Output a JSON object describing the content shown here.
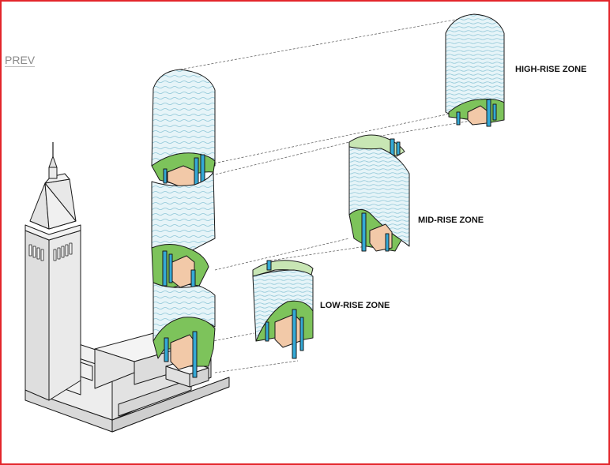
{
  "nav": {
    "prev_label": "PREV"
  },
  "zones": {
    "high": {
      "label": "HIGH-RISE ZONE"
    },
    "mid": {
      "label": "MID-RISE ZONE"
    },
    "low": {
      "label": "LOW-RISE ZONE"
    }
  },
  "colors": {
    "frame_border": "#e3262b",
    "tower_glass": "#e6f4f8",
    "floor_lines": "#8fc7d8",
    "sky_garden": "#7dc35b",
    "sky_garden_light": "#c8e6b4",
    "core_warm": "#f2c9a8",
    "elevator_blue": "#34a9d6",
    "building_grey": "#e6e6e6",
    "outline": "#1a1a1a"
  },
  "icons": {
    "core": "elevator-core-icon"
  }
}
